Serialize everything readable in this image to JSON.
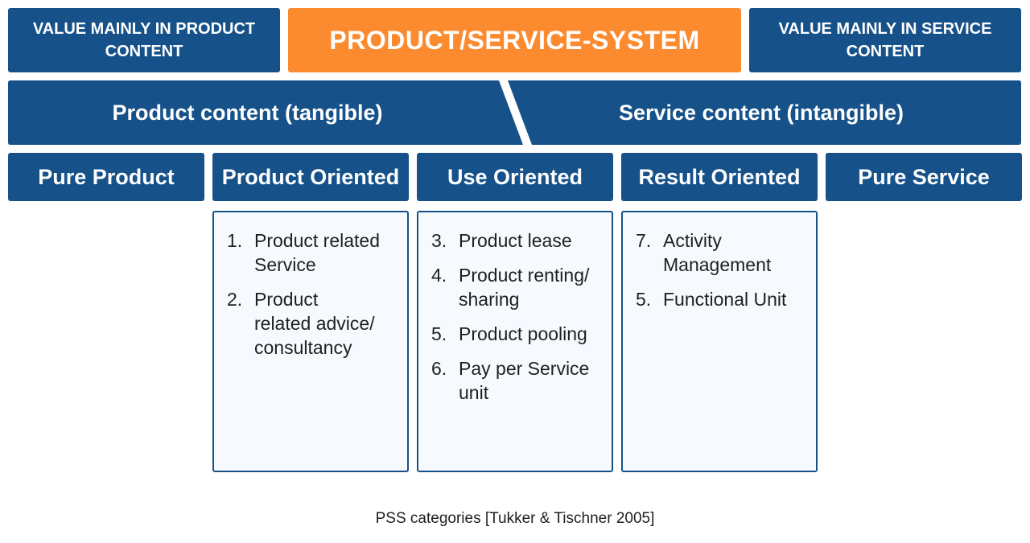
{
  "header": {
    "left": "VALUE MAINLY IN PRODUCT CONTENT",
    "center": "PRODUCT/SERVICE-SYSTEM",
    "right": "VALUE MAINLY IN SERVICE CONTENT"
  },
  "band": {
    "left": "Product content (tangible)",
    "right": "Service content (intangible)"
  },
  "categories": [
    "Pure Product",
    "Product Oriented",
    "Use Oriented",
    "Result Oriented",
    "Pure Service"
  ],
  "panels": {
    "product_oriented": [
      {
        "num": "1.",
        "text": "Product related Service"
      },
      {
        "num": "2.",
        "text": "Product related advice/ consultancy"
      }
    ],
    "use_oriented": [
      {
        "num": "3.",
        "text": "Product lease"
      },
      {
        "num": "4.",
        "text": "Product renting/ sharing"
      },
      {
        "num": "5.",
        "text": "Product pooling"
      },
      {
        "num": "6.",
        "text": "Pay per Service unit"
      }
    ],
    "result_oriented": [
      {
        "num": "7.",
        "text": "Activity Management"
      },
      {
        "num": "5.",
        "text": "Functional Unit"
      }
    ]
  },
  "caption": "PSS categories [Tukker & Tischner 2005]",
  "colors": {
    "primary_blue": "#165189",
    "accent_orange": "#fc8a2e",
    "panel_bg": "#f6faff"
  }
}
